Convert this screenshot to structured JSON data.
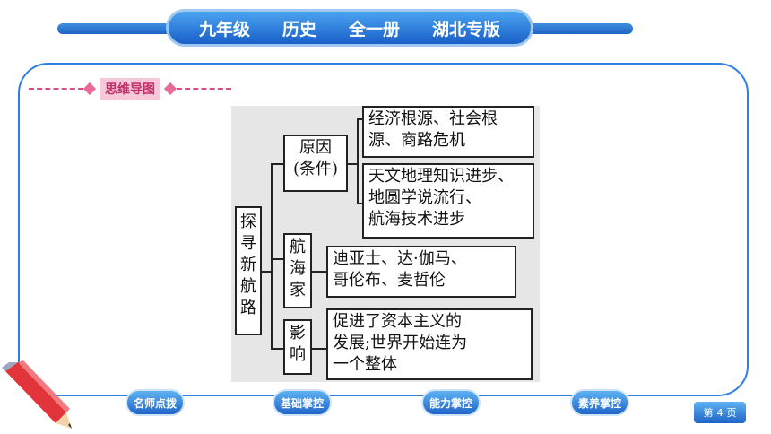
{
  "header": {
    "grade": "九年级",
    "subject": "历史",
    "volume": "全一册",
    "edition": "湖北专版"
  },
  "section_tag": "思维导图",
  "mindmap": {
    "root": [
      "探",
      "寻",
      "新",
      "航",
      "路"
    ],
    "causes_label": [
      "原因",
      "(条件)"
    ],
    "causes_detail_1": [
      "经济根源、社会根",
      "源、商路危机"
    ],
    "causes_detail_2": [
      "天文地理知识进步、",
      "地圆学说流行、",
      "航海技术进步"
    ],
    "navigators_label": [
      "航",
      "海",
      "家"
    ],
    "navigators_detail": [
      "迪亚士、达·伽马、",
      "哥伦布、麦哲伦"
    ],
    "impact_label": [
      "影",
      "响"
    ],
    "impact_detail": [
      "促进了资本主义的",
      "发展;世界开始连为",
      "一个整体"
    ]
  },
  "nav": {
    "btn1": "名师点拨",
    "btn2": "基础掌控",
    "btn3": "能力掌控",
    "btn4": "素养掌控"
  },
  "page": {
    "prefix": "第",
    "number": "4",
    "suffix": "页"
  },
  "colors": {
    "brand_blue": "#1e63c4",
    "frame_blue": "#2d7fe0",
    "tag_pink": "#d64f84"
  }
}
